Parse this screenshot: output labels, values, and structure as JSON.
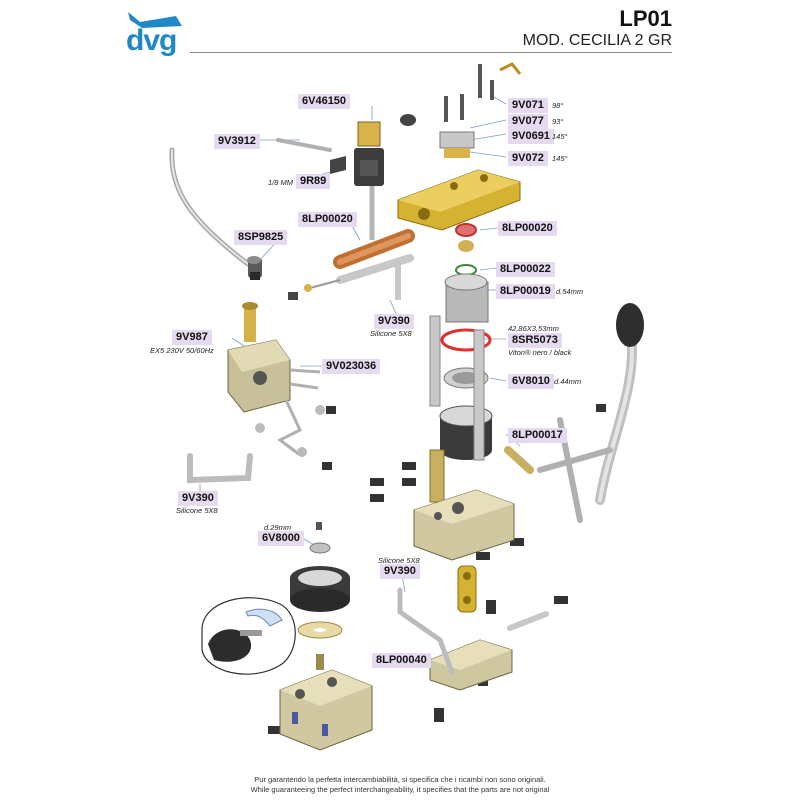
{
  "header": {
    "brand": "dvg",
    "code": "LP01",
    "model": "MOD. CECILIA 2 GR"
  },
  "colors": {
    "brand_blue": "#1e88c8",
    "label_bg": "#e6daf0",
    "brass": "#d8b83c",
    "steel": "#bfbfbf",
    "dark_part": "#3a3a3a",
    "leader_line": "#7aa0c8"
  },
  "parts": [
    {
      "code": "6V46150",
      "note": ""
    },
    {
      "code": "9V3912",
      "note": ""
    },
    {
      "code": "9R89",
      "note": "1/8 MM"
    },
    {
      "code": "8LP00020",
      "note": ""
    },
    {
      "code": "8SP9825",
      "note": ""
    },
    {
      "code": "9V390",
      "note": "Silicone 5X8"
    },
    {
      "code": "9V987",
      "note": "EX5 230V 50/60Hz"
    },
    {
      "code": "9V023036",
      "note": ""
    },
    {
      "code": "9V390",
      "note": "Silicone 5X8"
    },
    {
      "code": "9V071",
      "note": "98°"
    },
    {
      "code": "9V077",
      "note": "93°"
    },
    {
      "code": "9V0691",
      "note": "145°"
    },
    {
      "code": "9V072",
      "note": "145°"
    },
    {
      "code": "8LP00020",
      "note": ""
    },
    {
      "code": "8LP00022",
      "note": ""
    },
    {
      "code": "8LP00019",
      "note": "d.54mm"
    },
    {
      "code": "8SR5073",
      "note": "42,86X3,53mm",
      "note2": "Viton® nero / black"
    },
    {
      "code": "6V8010",
      "note": "d.44mm"
    },
    {
      "code": "8LP00017",
      "note": ""
    },
    {
      "code": "6V8000",
      "note": "d.29mm"
    },
    {
      "code": "9V390",
      "note": "Silicone 5X8"
    },
    {
      "code": "8LP00040",
      "note": ""
    }
  ],
  "footer": {
    "line1": "Pur garantendo la perfetta intercambiabilità, si specifica che i ricambi non sono originali.",
    "line2": "While guaranteeing the perfect interchangeability, it specifies that the parts are not original"
  }
}
